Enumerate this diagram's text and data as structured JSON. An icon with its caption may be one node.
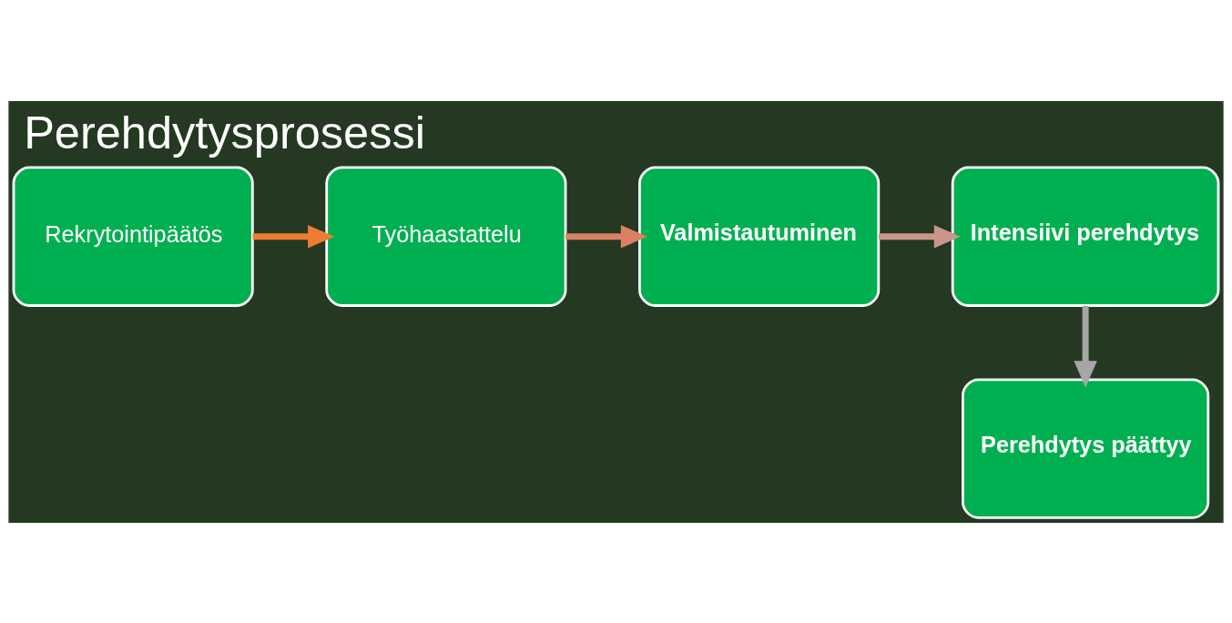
{
  "diagram": {
    "title": "Perehdytysprosessi",
    "nodes": [
      {
        "text": [
          "Rekrytointipäätös"
        ]
      },
      {
        "text": [
          "Työhaastattelu"
        ]
      },
      {
        "text": [
          "Valmistautuminen"
        ]
      },
      {
        "text": [
          "Intensiivi perehdytys"
        ]
      },
      {
        "text": [
          "Perehdytys päättyy"
        ]
      }
    ],
    "edges": [
      {
        "from": 0,
        "to": 1,
        "arrow": "to",
        "color": "#ed7d31"
      },
      {
        "from": 1,
        "to": 2,
        "arrow": "to",
        "color": "#d98163"
      },
      {
        "from": 2,
        "to": 3,
        "arrow": "to",
        "color": "#c9968c"
      },
      {
        "from": 3,
        "to": 4,
        "arrow": "to",
        "color": "#a6a6a6"
      }
    ]
  }
}
